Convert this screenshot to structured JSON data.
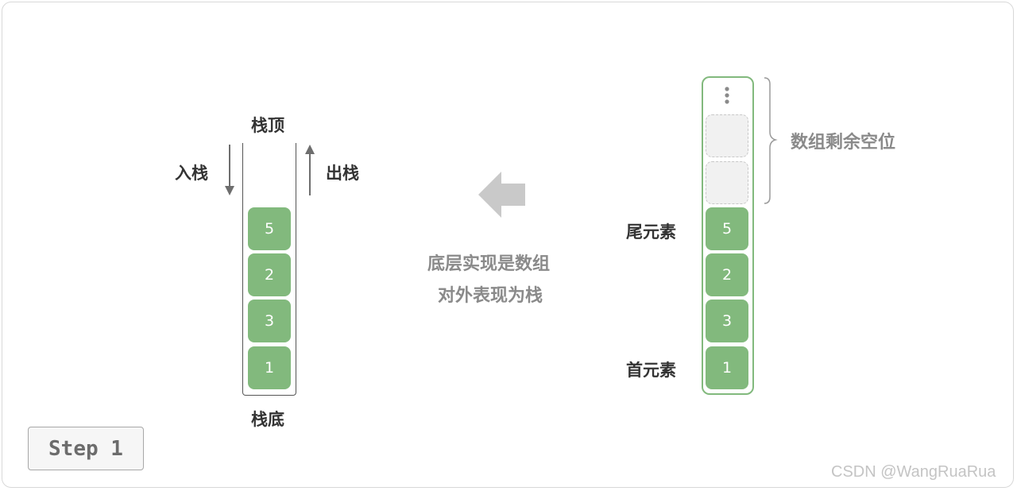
{
  "stack": {
    "top_label": "栈顶",
    "bottom_label": "栈底",
    "push_label": "入栈",
    "pop_label": "出栈",
    "items": [
      "5",
      "2",
      "3",
      "1"
    ]
  },
  "caption": {
    "line1": "底层实现是数组",
    "line2": "对外表现为栈"
  },
  "array": {
    "items": [
      "5",
      "2",
      "3",
      "1"
    ],
    "tail_label": "尾元素",
    "head_label": "首元素",
    "free_label": "数组剩余空位"
  },
  "step": {
    "label": "Step 1"
  },
  "watermark": "CSDN @WangRuaRua",
  "colors": {
    "cell": "#82b97d",
    "arrow": "#c9c9c9",
    "text": "#333333"
  }
}
